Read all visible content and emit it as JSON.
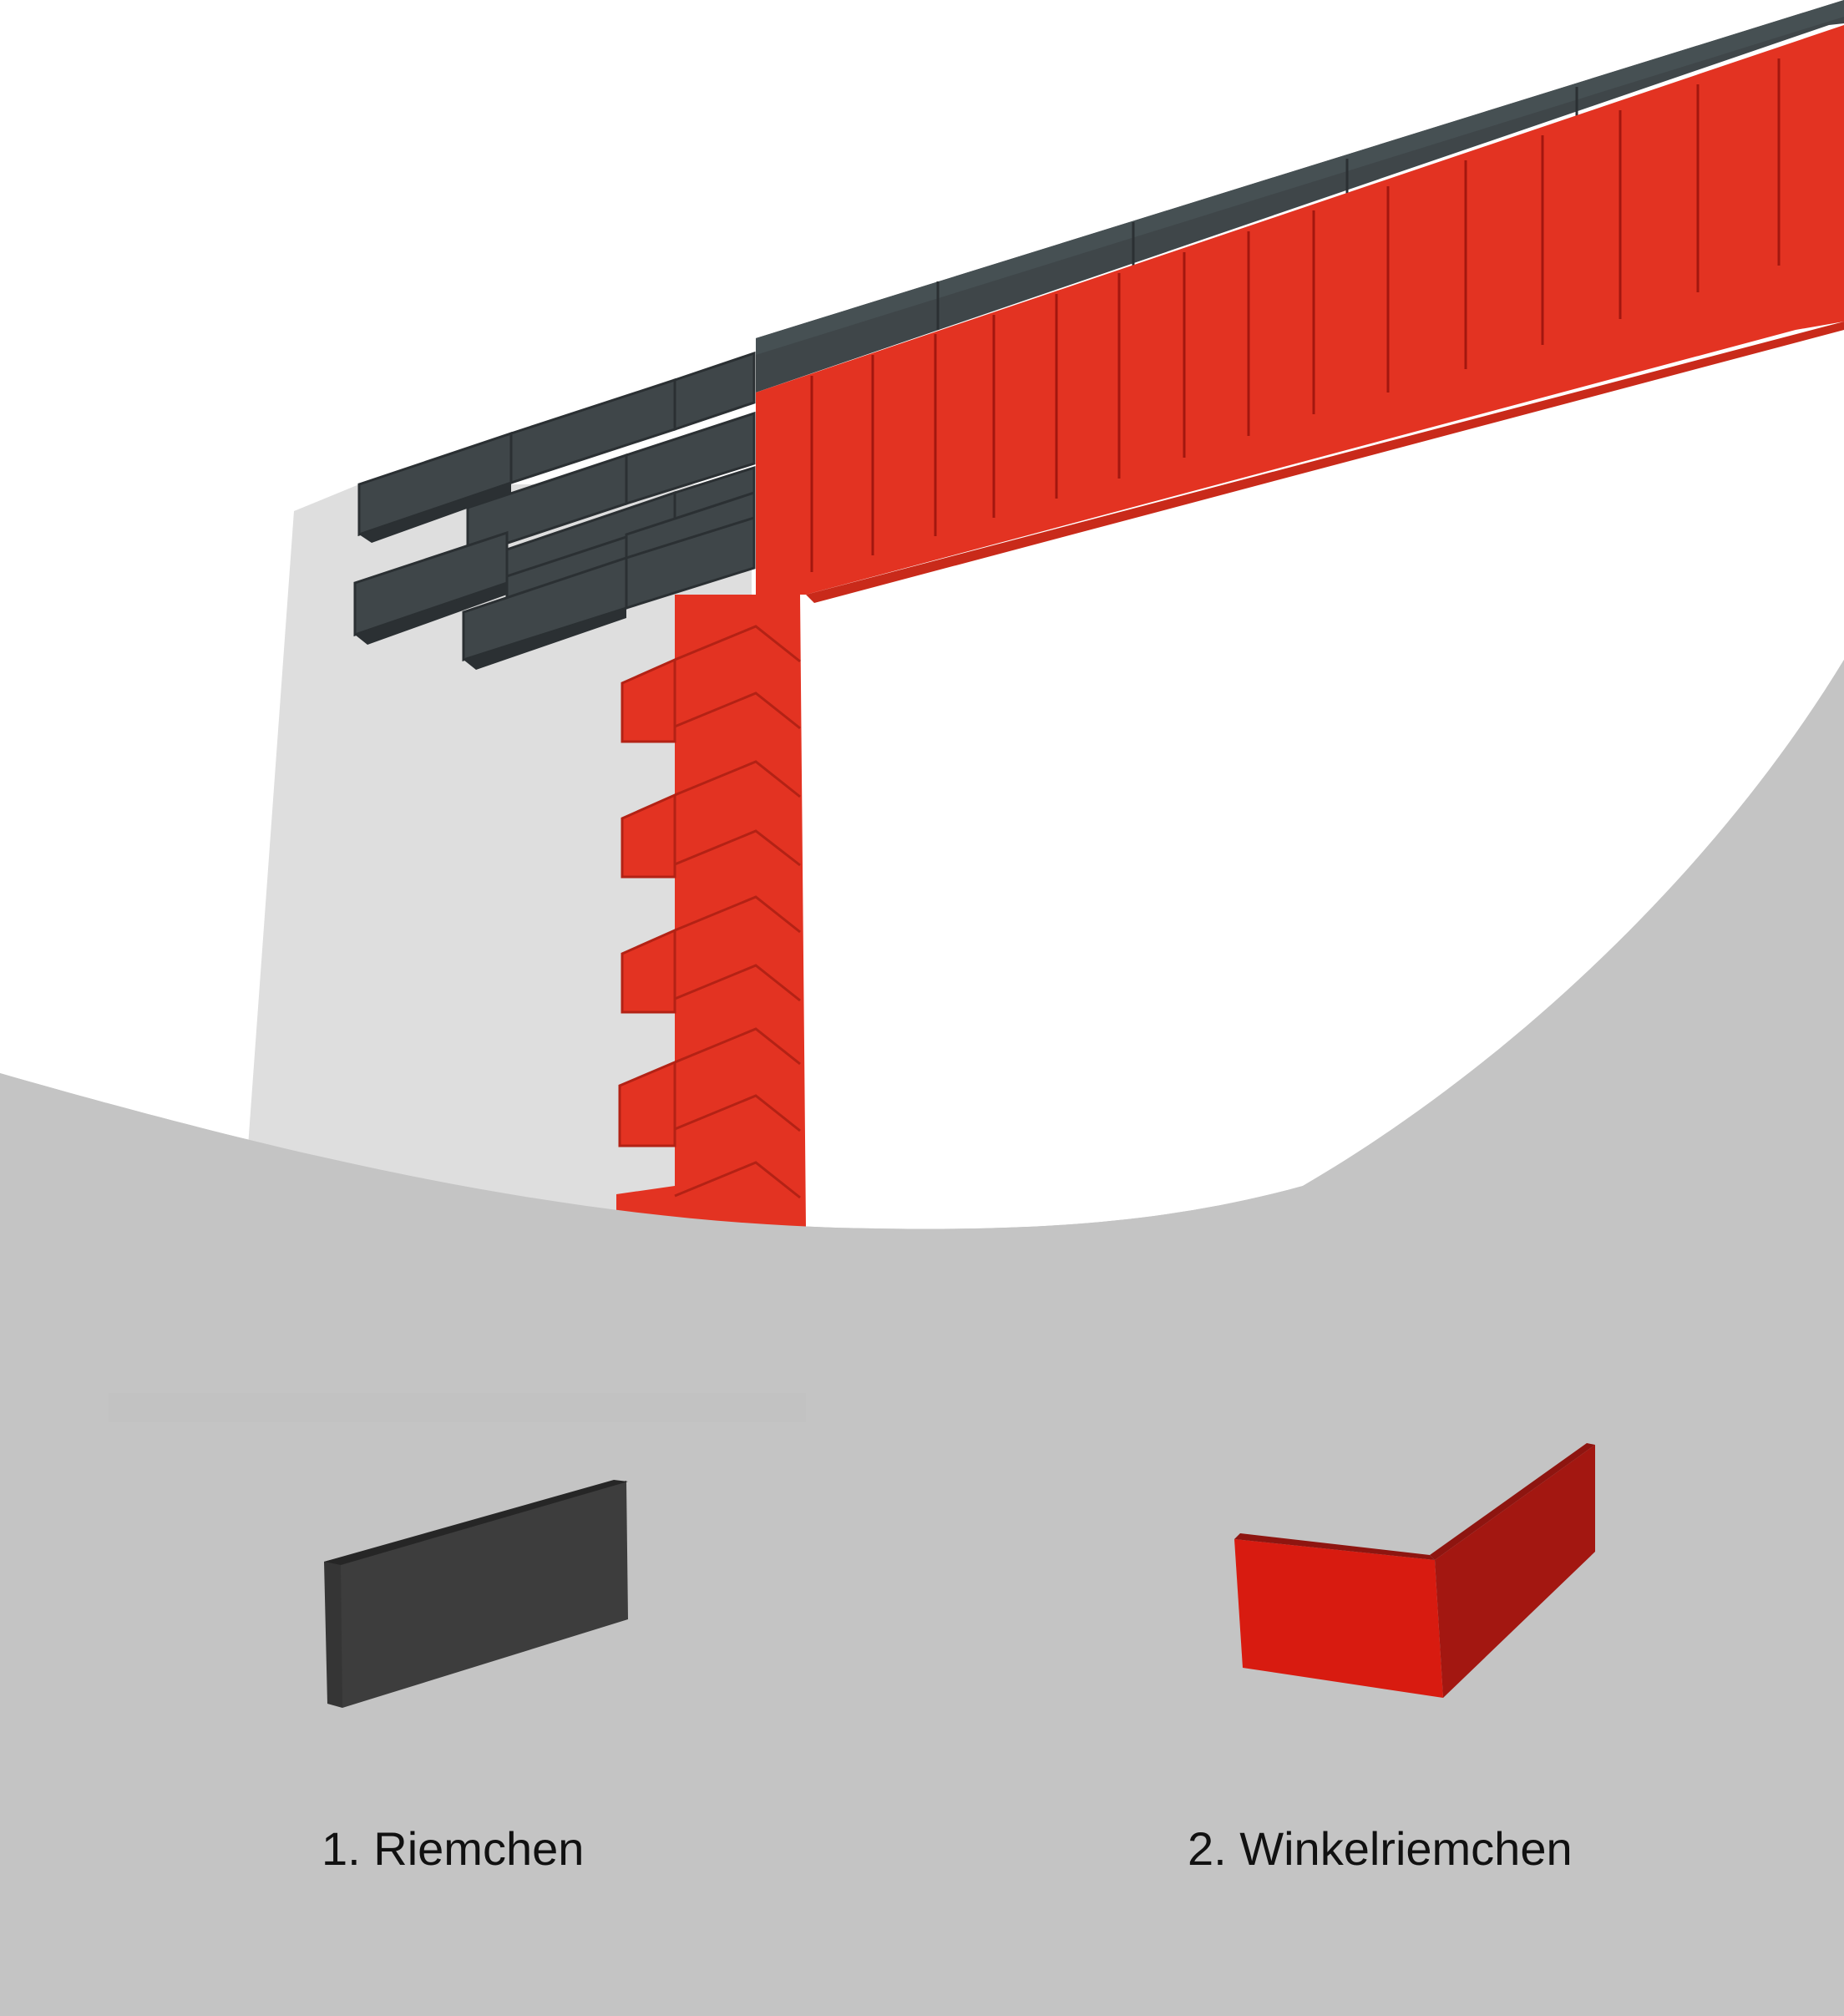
{
  "illustration": {
    "subject": "brick-slip corner cladding render",
    "colors": {
      "background_gray": "#c4c4c4",
      "upper_white": "#ffffff",
      "wall_panel": "#dedede",
      "dark_brick": "#3f4649",
      "dark_brick_edge": "#2b3033",
      "red_brick": "#e33322",
      "red_brick_shade": "#c92a1a",
      "red_brick_dark_side": "#a3170f"
    }
  },
  "legend": {
    "items": [
      {
        "number": "1.",
        "label": "1. Riemchen",
        "icon": "flat-brick-slip-icon",
        "color": "#3d3d3d"
      },
      {
        "number": "2.",
        "label": "2. Winkelriemchen",
        "icon": "corner-brick-slip-icon",
        "color": "#d81b10"
      }
    ]
  }
}
